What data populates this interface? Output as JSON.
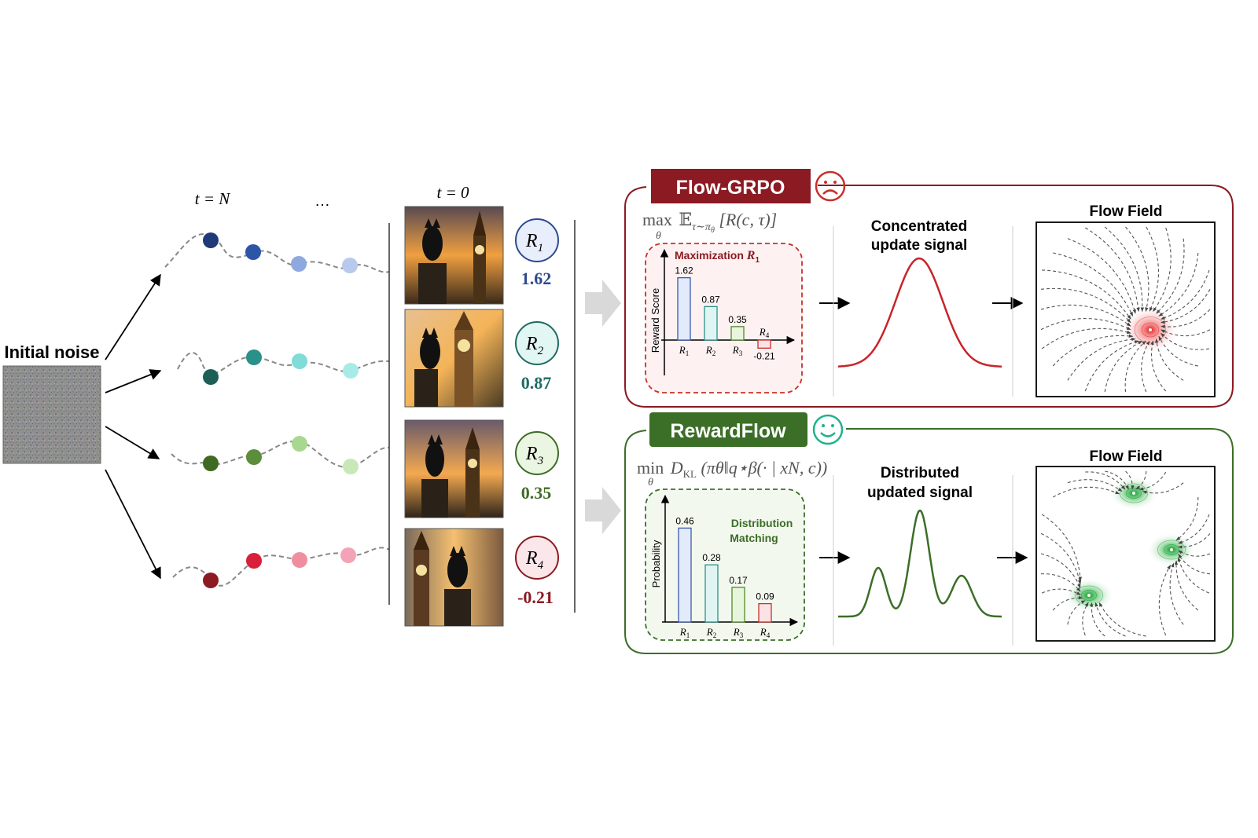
{
  "colors": {
    "grpo": "#8b1a22",
    "grpo_light": "#fdf1f1",
    "rf": "#3b6e27",
    "rf_light": "#f3f8ee",
    "r1": "#2e4a8f",
    "r2": "#1f6b63",
    "r3": "#3f6b25",
    "r4": "#8b1a22",
    "sad": "#c8302a",
    "happy": "#1fb38a"
  },
  "left": {
    "initial_noise": "Initial noise",
    "t_n": "t = N",
    "dots": "…",
    "t_0": "t = 0"
  },
  "rewards": [
    {
      "label": "R",
      "sub": "1",
      "value": "1.62"
    },
    {
      "label": "R",
      "sub": "2",
      "value": "0.87"
    },
    {
      "label": "R",
      "sub": "3",
      "value": "0.35"
    },
    {
      "label": "R",
      "sub": "4",
      "value": "-0.21"
    }
  ],
  "grpo": {
    "title": "Flow-GRPO",
    "objective": "max𝔼τ∼πθ [R(c, τ)]",
    "obj_max": "max",
    "obj_theta": "θ",
    "obj_rest": "𝔼",
    "obj_sub": "τ∼π",
    "obj_subsub": "θ",
    "obj_bracket": " [R(c, τ)]",
    "inset_title": "Maximization ",
    "inset_title_r": "R",
    "inset_title_sub": "1",
    "y_axis": "Reward Score",
    "signal_label_1": "Concentrated",
    "signal_label_2": "update signal",
    "flow_title": "Flow Field"
  },
  "rf": {
    "title": "RewardFlow",
    "obj_min": "min",
    "obj_theta": "θ",
    "obj_d": "D",
    "obj_dsub": "KL",
    "obj_rest": " (πθ‖q⋆β(· | xN, c))",
    "inset_title_1": "Distribution",
    "inset_title_2": "Matching",
    "y_axis": "Probability",
    "signal_label_1": "Distributed",
    "signal_label_2": "updated signal",
    "flow_title": "Flow Field"
  },
  "chart_data": [
    {
      "type": "bar",
      "title": "Maximization R1",
      "ylabel": "Reward Score",
      "categories": [
        "R1",
        "R2",
        "R3",
        "R4"
      ],
      "values": [
        1.62,
        0.87,
        0.35,
        -0.21
      ],
      "value_labels": [
        "1.62",
        "0.87",
        "0.35",
        "-0.21"
      ]
    },
    {
      "type": "bar",
      "title": "Distribution Matching",
      "ylabel": "Probability",
      "categories": [
        "R1",
        "R2",
        "R3",
        "R4"
      ],
      "values": [
        0.46,
        0.28,
        0.17,
        0.09
      ],
      "value_labels": [
        "0.46",
        "0.28",
        "0.17",
        "0.09"
      ]
    }
  ]
}
